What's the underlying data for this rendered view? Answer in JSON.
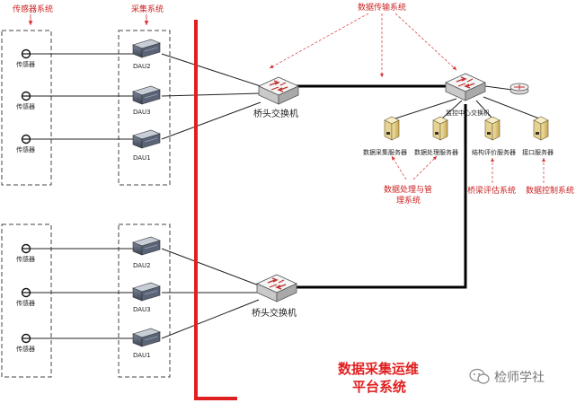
{
  "top_labels": {
    "sensor_system": "传感器系统",
    "collection_system": "采集系统",
    "transmission_system": "数据传输系统"
  },
  "groups": [
    {
      "sensors": [
        "传感器",
        "传感器",
        "传感器"
      ],
      "daus": [
        "DAU2",
        "DAU3",
        "DAU1"
      ],
      "switch_label": "桥头交换机"
    },
    {
      "sensors": [
        "传感器",
        "传感器",
        "传感器"
      ],
      "daus": [
        "DAU2",
        "DAU3",
        "DAU1"
      ],
      "switch_label": "桥头交换机"
    }
  ],
  "center_switch_label": "监控中心交换机",
  "servers": [
    "数据采集服务器",
    "数据处理服务器",
    "结构评价服务器",
    "接口服务器"
  ],
  "bottom_labels": {
    "processing": [
      "数据处理与管",
      "理系统"
    ],
    "evaluation": "桥梁评估系统",
    "control": "数据控制系统"
  },
  "platform_label": [
    "数据采集运维",
    "平台系统"
  ],
  "watermark": "检师学社",
  "colors": {
    "red": "#e02020",
    "dash": "#444444",
    "line": "#111111"
  }
}
